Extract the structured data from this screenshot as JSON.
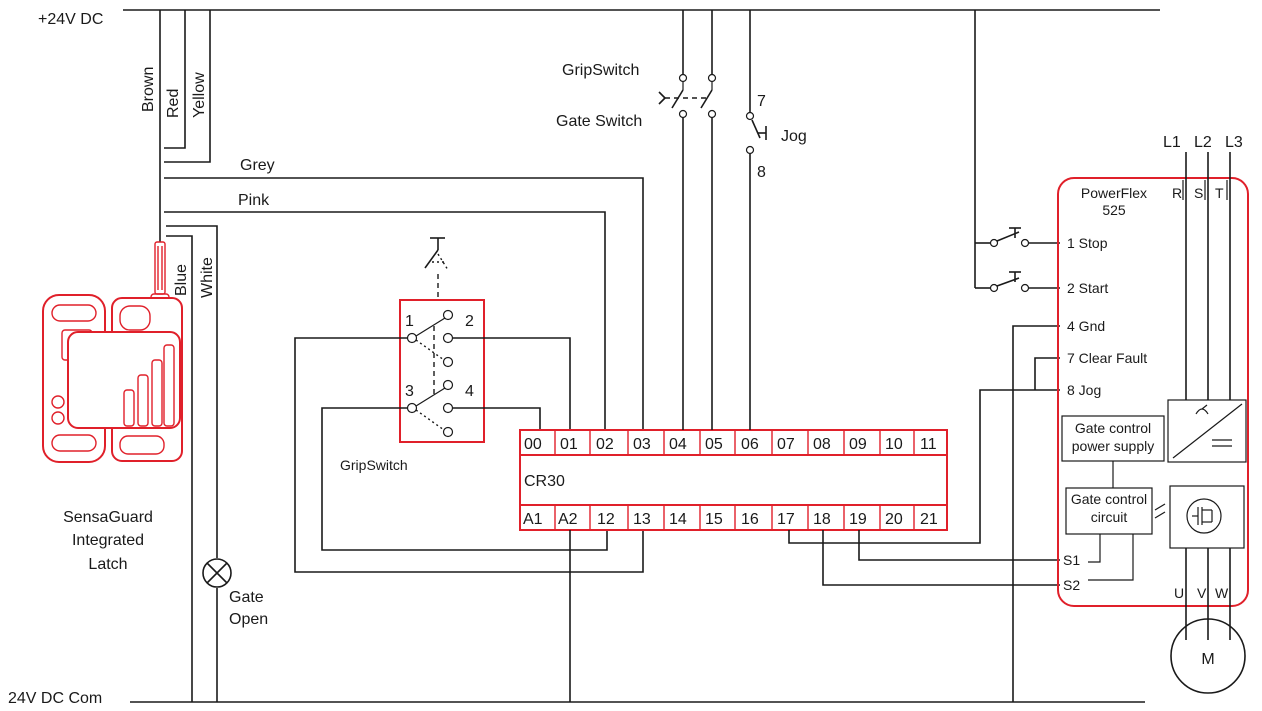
{
  "supply": {
    "positive": "+24V DC",
    "common": "24V DC Com"
  },
  "wires": {
    "brown": "Brown",
    "red": "Red",
    "yellow": "Yellow",
    "grey": "Grey",
    "pink": "Pink",
    "blue": "Blue",
    "white": "White"
  },
  "sensaguard": {
    "line1": "SensaGuard",
    "line2": "Integrated",
    "line3": "Latch"
  },
  "lamp": {
    "line1": "Gate",
    "line2": "Open"
  },
  "gripswitch": {
    "label": "GripSwitch",
    "contacts": [
      "1",
      "2",
      "3",
      "4"
    ]
  },
  "top_switches": {
    "grip": "GripSwitch",
    "gate": "Gate Switch",
    "jog": "Jog",
    "jog_top": "7",
    "jog_bottom": "8"
  },
  "relay": {
    "name": "CR30",
    "top_terminals": [
      "00",
      "01",
      "02",
      "03",
      "04",
      "05",
      "06",
      "07",
      "08",
      "09",
      "10",
      "11"
    ],
    "bottom_terminals": [
      "A1",
      "A2",
      "12",
      "13",
      "14",
      "15",
      "16",
      "17",
      "18",
      "19",
      "20",
      "21"
    ]
  },
  "drive": {
    "name": "PowerFlex",
    "model": "525",
    "input_phases": [
      "R",
      "S",
      "T"
    ],
    "output_phases": [
      "U",
      "V",
      "W"
    ],
    "inputs": [
      "1 Stop",
      "2 Start",
      "4 Gnd",
      "7 Clear Fault",
      "8 Jog"
    ],
    "safety_inputs": [
      "S1",
      "S2"
    ],
    "psu_line1": "Gate control",
    "psu_line2": "power supply",
    "circuit_line1": "Gate control",
    "circuit_line2": "circuit"
  },
  "mains": [
    "L1",
    "L2",
    "L3"
  ],
  "motor": {
    "label": "M"
  }
}
